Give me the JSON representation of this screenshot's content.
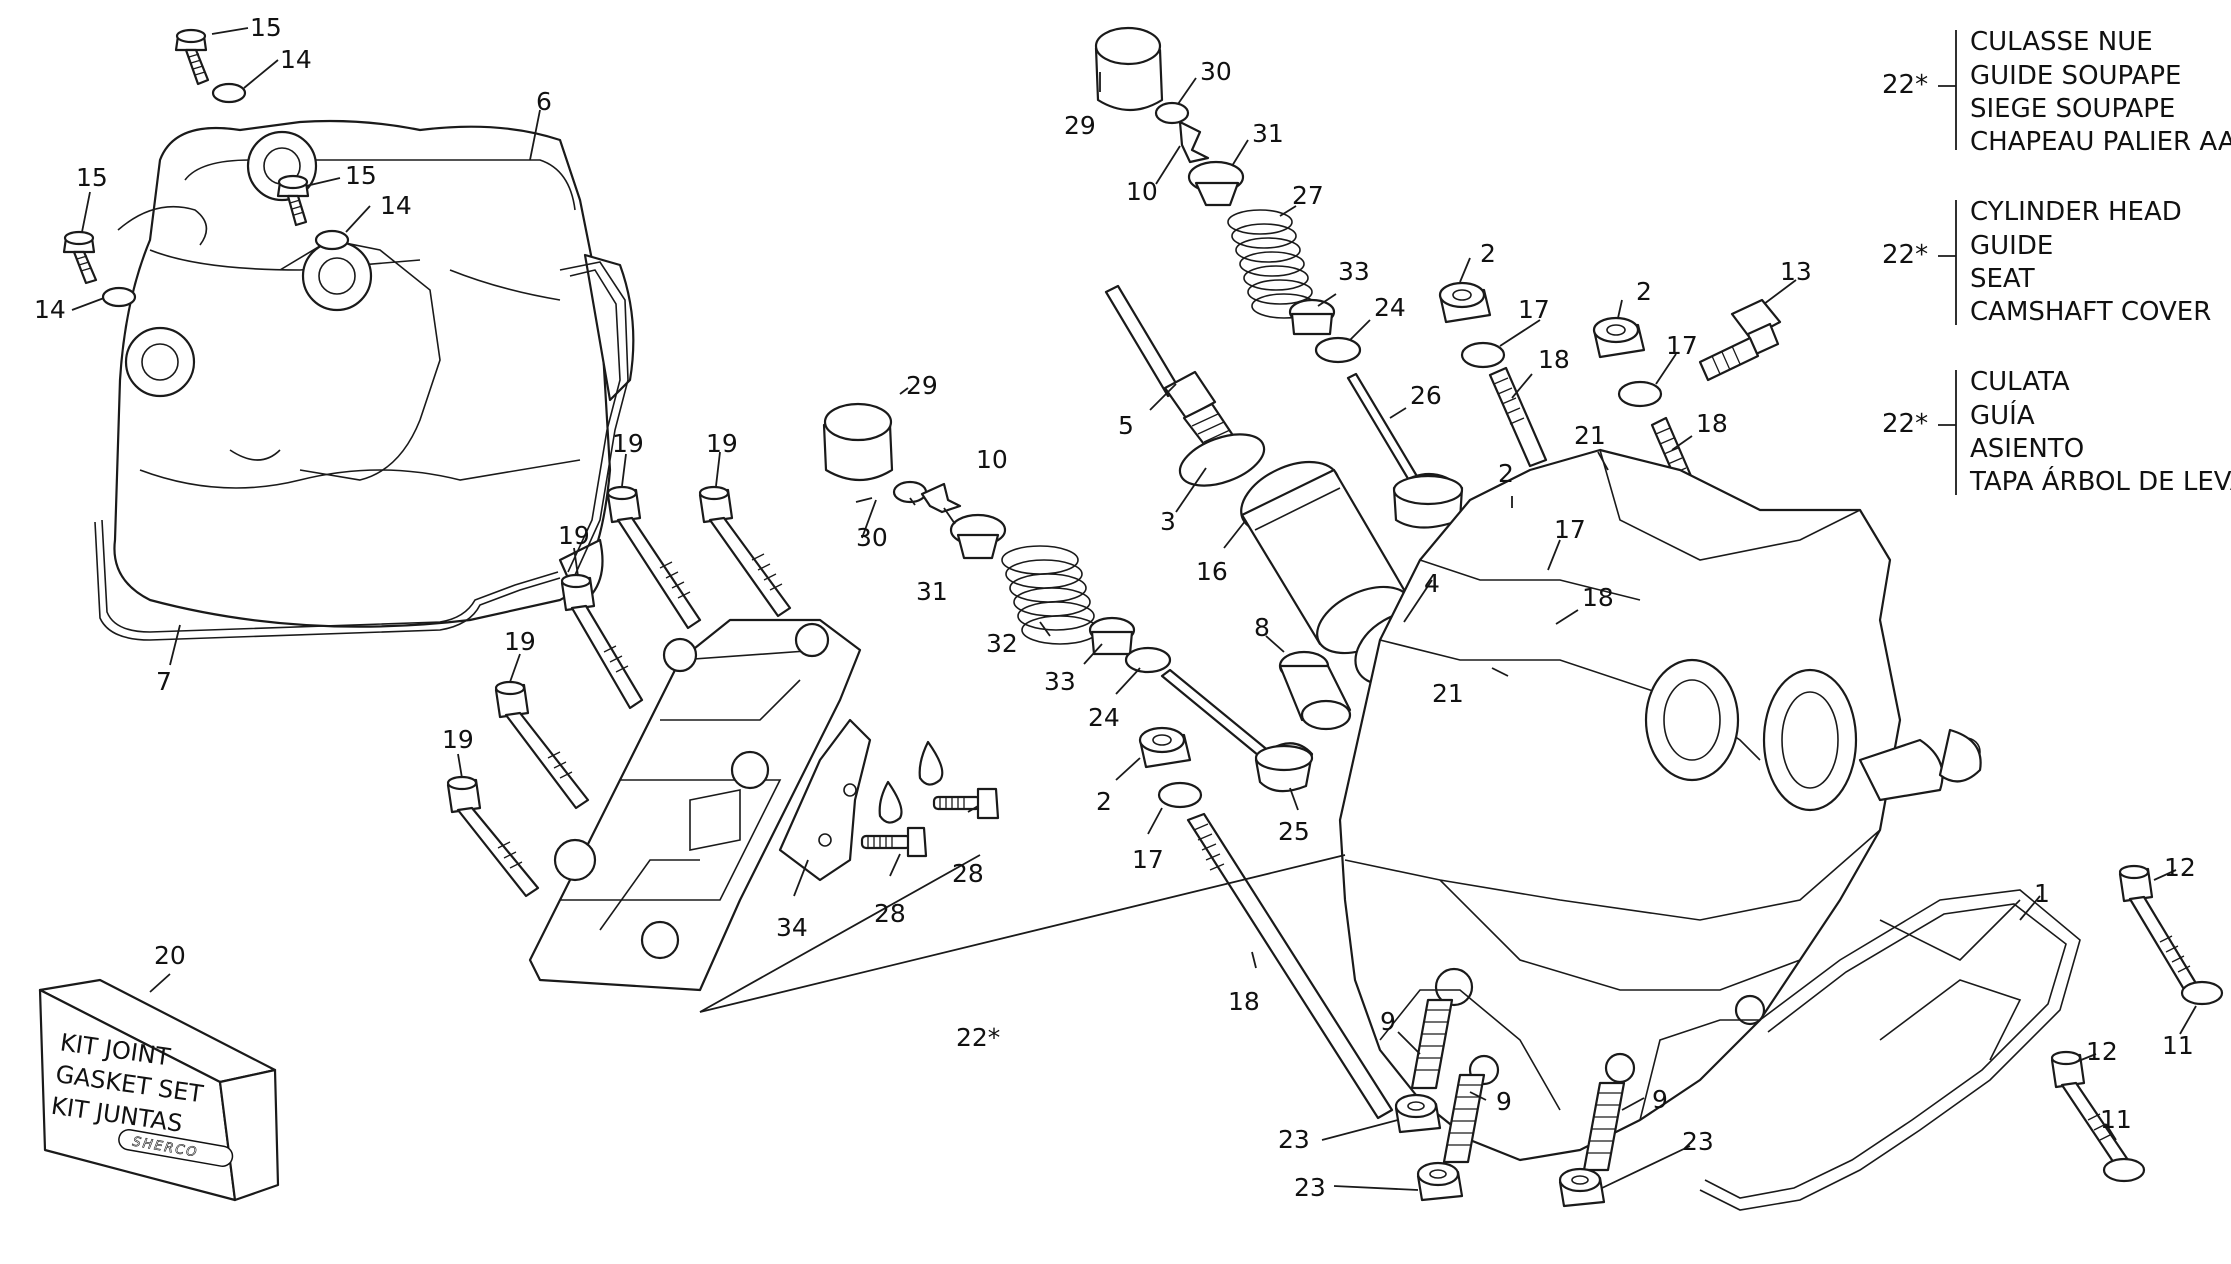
{
  "callouts": {
    "c1": "1",
    "c2a": "2",
    "c2b": "2",
    "c2c": "2",
    "c2d": "2",
    "c3": "3",
    "c4": "4",
    "c5": "5",
    "c6": "6",
    "c7": "7",
    "c8": "8",
    "c9a": "9",
    "c9b": "9",
    "c9c": "9",
    "c10a": "10",
    "c10b": "10",
    "c11a": "11",
    "c11b": "11",
    "c12a": "12",
    "c12b": "12",
    "c13": "13",
    "c14a": "14",
    "c14b": "14",
    "c14c": "14",
    "c15a": "15",
    "c15b": "15",
    "c15c": "15",
    "c16": "16",
    "c17a": "17",
    "c17b": "17",
    "c17c": "17",
    "c17d": "17",
    "c18a": "18",
    "c18b": "18",
    "c18c": "18",
    "c18d": "18",
    "c19a": "19",
    "c19b": "19",
    "c19c": "19",
    "c19d": "19",
    "c19e": "19",
    "c20": "20",
    "c21a": "21",
    "c21b": "21",
    "c22": "22*",
    "c23a": "23",
    "c23b": "23",
    "c23c": "23",
    "c24a": "24",
    "c24b": "24",
    "c25": "25",
    "c26": "26",
    "c27": "27",
    "c28a": "28",
    "c28b": "28",
    "c29a": "29",
    "c29b": "29",
    "c30a": "30",
    "c30b": "30",
    "c31a": "31",
    "c31b": "31",
    "c32": "32",
    "c33a": "33",
    "c33b": "33",
    "c34": "34"
  },
  "legend": [
    {
      "ref": "22*",
      "lines": [
        "CULASSE NUE",
        "GUIDE SOUPAPE",
        "SIEGE SOUPAPE",
        "CHAPEAU PALIER AAC"
      ]
    },
    {
      "ref": "22*",
      "lines": [
        "CYLINDER HEAD",
        "GUIDE",
        "SEAT",
        "CAMSHAFT COVER"
      ]
    },
    {
      "ref": "22*",
      "lines": [
        "CULATA",
        "GUÍA",
        "ASIENTO",
        "TAPA ÁRBOL DE LEVAS"
      ]
    }
  ],
  "kit": {
    "lines": [
      "KIT JOINT",
      "GASKET SET",
      "KIT JUNTAS"
    ],
    "logo": "SHERCO"
  }
}
